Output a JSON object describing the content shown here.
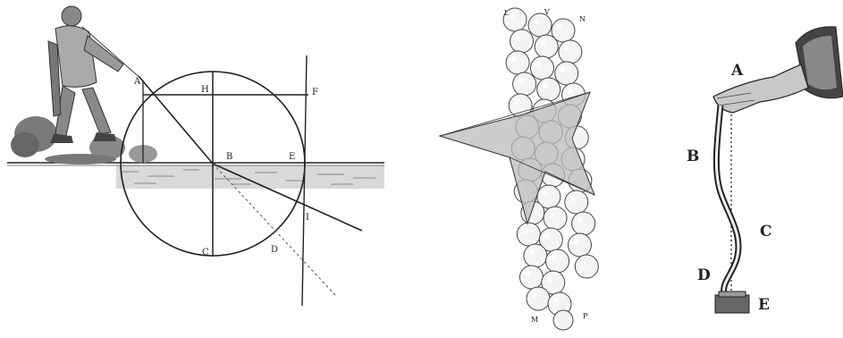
{
  "figure1": {
    "labels": {
      "A": "A",
      "H": "H",
      "F": "F",
      "B": "B",
      "E": "E",
      "I": "I",
      "C": "C",
      "D": "D"
    }
  },
  "figure2": {
    "labels": {
      "L": "L",
      "V": "V",
      "N": "N",
      "M": "M",
      "P": "P"
    }
  },
  "figure3": {
    "labels": {
      "A": "A",
      "B": "B",
      "C": "C",
      "D": "D",
      "E": "E"
    }
  }
}
